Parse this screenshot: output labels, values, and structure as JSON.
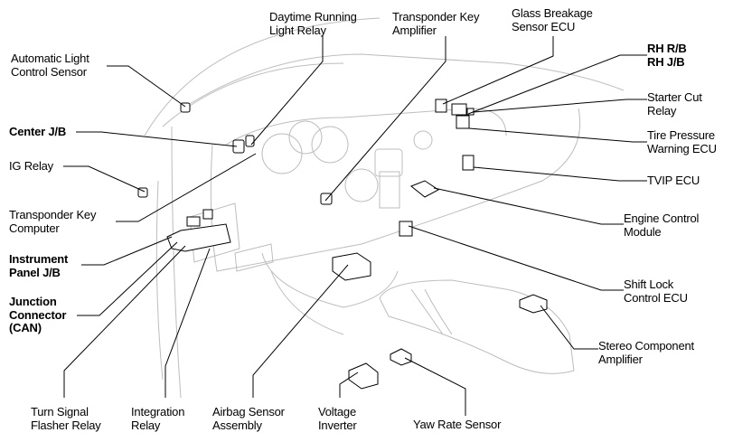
{
  "labels": {
    "daytime_running_light_relay": [
      "Daytime Running",
      "Light Relay"
    ],
    "transponder_key_amplifier": [
      "Transponder Key",
      "Amplifier"
    ],
    "glass_breakage_sensor_ecu": [
      "Glass Breakage",
      "Sensor ECU"
    ],
    "rh_rb_jb": [
      "RH R/B",
      "RH J/B"
    ],
    "automatic_light_control_sensor": [
      "Automatic Light",
      "Control Sensor"
    ],
    "starter_cut_relay": [
      "Starter Cut",
      "Relay"
    ],
    "center_jb": [
      "Center J/B"
    ],
    "tire_pressure_warning_ecu": [
      "Tire Pressure",
      "Warning ECU"
    ],
    "ig_relay": [
      "IG Relay"
    ],
    "tvip_ecu": [
      "TVIP ECU"
    ],
    "transponder_key_computer": [
      "Transponder Key",
      "Computer"
    ],
    "engine_control_module": [
      "Engine Control",
      "Module"
    ],
    "instrument_panel_jb": [
      "Instrument",
      "Panel J/B"
    ],
    "junction_connector_can": [
      "Junction",
      "Connector",
      "(CAN)"
    ],
    "shift_lock_control_ecu": [
      "Shift Lock",
      "Control ECU"
    ],
    "stereo_component_amplifier": [
      "Stereo Component",
      "Amplifier"
    ],
    "turn_signal_flasher_relay": [
      "Turn Signal",
      "Flasher Relay"
    ],
    "integration_relay": [
      "Integration",
      "Relay"
    ],
    "airbag_sensor_assembly": [
      "Airbag Sensor",
      "Assembly"
    ],
    "voltage_inverter": [
      "Voltage",
      "Inverter"
    ],
    "yaw_rate_sensor": [
      "Yaw Rate Sensor"
    ]
  },
  "colors": {
    "text": "#000000",
    "leader": "#000000",
    "sketch": "#b8b8b8"
  }
}
